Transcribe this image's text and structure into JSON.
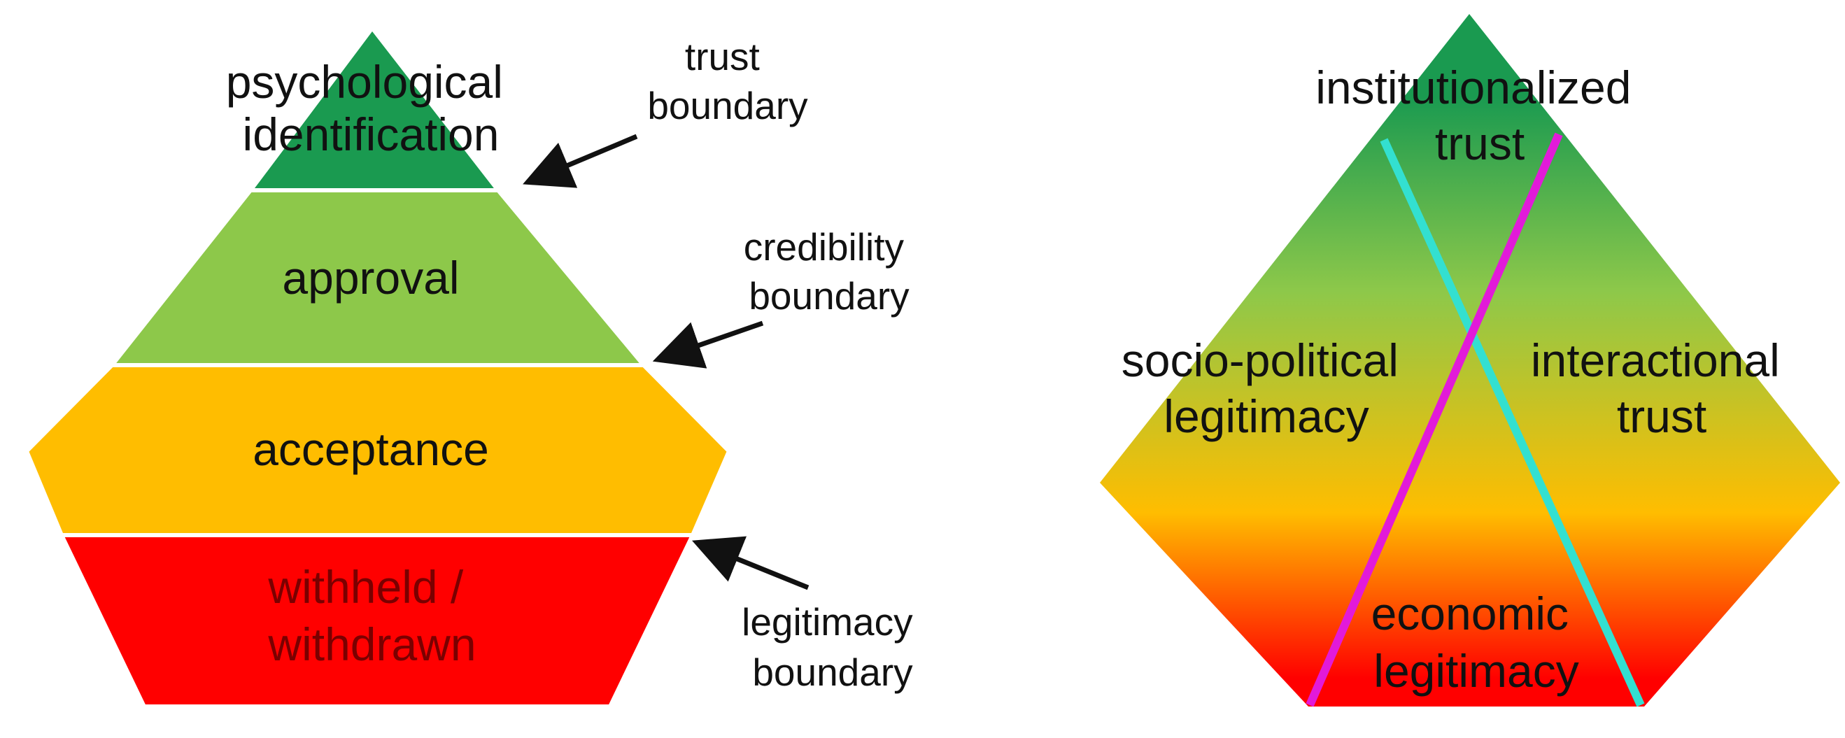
{
  "left_pyramid": {
    "levels": [
      {
        "label_lines": [
          "psychological",
          "identification"
        ],
        "color": "#1a9a50"
      },
      {
        "label_lines": [
          "approval"
        ],
        "color": "#8dc84a"
      },
      {
        "label_lines": [
          "acceptance"
        ],
        "color": "#ffbd00"
      },
      {
        "label_lines": [
          "withheld /",
          "withdrawn"
        ],
        "color": "#ff0000"
      }
    ],
    "boundaries": [
      {
        "label_lines": [
          "trust",
          "boundary"
        ]
      },
      {
        "label_lines": [
          "credibility",
          "boundary"
        ]
      },
      {
        "label_lines": [
          "legitimacy",
          "boundary"
        ]
      }
    ]
  },
  "right_diamond": {
    "gradient_colors": [
      "#1a9a50",
      "#8dc84a",
      "#ffbd00",
      "#ff0000"
    ],
    "labels": {
      "top": [
        "institutionalized",
        "trust"
      ],
      "left": [
        "socio-political",
        "legitimacy"
      ],
      "right": [
        "interactional",
        "trust"
      ],
      "bottom": [
        "economic",
        "legitimacy"
      ]
    },
    "line_colors": {
      "cyan": "#33e0d0",
      "magenta": "#e21ad9"
    }
  }
}
